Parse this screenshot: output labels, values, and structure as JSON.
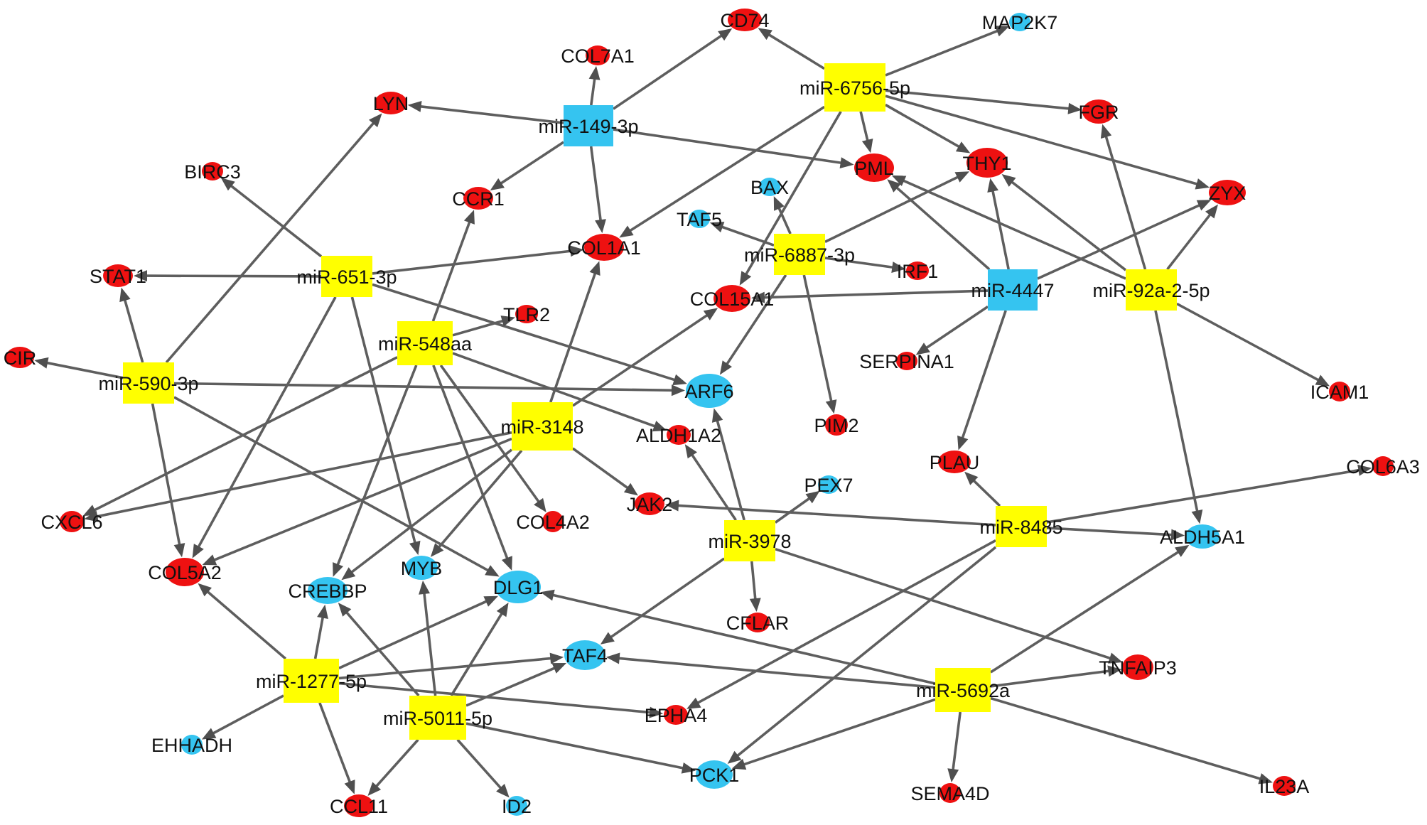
{
  "colors": {
    "edge": "#5E5E5E",
    "arrowhead": "#4F4F4F",
    "label": "#111111"
  },
  "nodes": [
    {
      "label": "miR-6756-5p",
      "shape": "square",
      "color": "#FFFF00"
    },
    {
      "label": "miR-149-3p",
      "shape": "square",
      "color": "#35C4F0"
    },
    {
      "label": "miR-651-3p",
      "shape": "square",
      "color": "#FFFF00"
    },
    {
      "label": "miR-6887-3p",
      "shape": "square",
      "color": "#FFFF00"
    },
    {
      "label": "miR-4447",
      "shape": "square",
      "color": "#35C4F0"
    },
    {
      "label": "miR-92a-2-5p",
      "shape": "square",
      "color": "#FFFF00"
    },
    {
      "label": "miR-548aa",
      "shape": "square",
      "color": "#FFFF00"
    },
    {
      "label": "miR-590-3p",
      "shape": "square",
      "color": "#FFFF00"
    },
    {
      "label": "miR-3148",
      "shape": "square",
      "color": "#FFFF00"
    },
    {
      "label": "miR-3978",
      "shape": "square",
      "color": "#FFFF00"
    },
    {
      "label": "miR-8485",
      "shape": "square",
      "color": "#FFFF00"
    },
    {
      "label": "miR-1277-5p",
      "shape": "square",
      "color": "#FFFF00"
    },
    {
      "label": "miR-5011-5p",
      "shape": "square",
      "color": "#FFFF00"
    },
    {
      "label": "miR-5692a",
      "shape": "square",
      "color": "#FFFF00"
    },
    {
      "label": "CD74",
      "shape": "ellipse",
      "color": "#EE1111"
    },
    {
      "label": "MAP2K7",
      "shape": "ellipse",
      "color": "#35C4F0"
    },
    {
      "label": "COL7A1",
      "shape": "ellipse",
      "color": "#EE1111"
    },
    {
      "label": "LYN",
      "shape": "ellipse",
      "color": "#EE1111"
    },
    {
      "label": "FGR",
      "shape": "ellipse",
      "color": "#EE1111"
    },
    {
      "label": "BIRC3",
      "shape": "ellipse",
      "color": "#EE1111"
    },
    {
      "label": "PML",
      "shape": "ellipse",
      "color": "#EE1111"
    },
    {
      "label": "THY1",
      "shape": "ellipse",
      "color": "#EE1111"
    },
    {
      "label": "ZYX",
      "shape": "ellipse",
      "color": "#EE1111"
    },
    {
      "label": "BAX",
      "shape": "ellipse",
      "color": "#35C4F0"
    },
    {
      "label": "CCR1",
      "shape": "ellipse",
      "color": "#EE1111"
    },
    {
      "label": "TAF5",
      "shape": "ellipse",
      "color": "#35C4F0"
    },
    {
      "label": "COL1A1",
      "shape": "ellipse",
      "color": "#EE1111"
    },
    {
      "label": "STAT1",
      "shape": "ellipse",
      "color": "#EE1111"
    },
    {
      "label": "IRF1",
      "shape": "ellipse",
      "color": "#EE1111"
    },
    {
      "label": "COL15A1",
      "shape": "ellipse",
      "color": "#EE1111"
    },
    {
      "label": "TLR2",
      "shape": "ellipse",
      "color": "#EE1111"
    },
    {
      "label": "SERPINA1",
      "shape": "ellipse",
      "color": "#EE1111"
    },
    {
      "label": "CIR",
      "shape": "ellipse",
      "color": "#EE1111"
    },
    {
      "label": "ARF6",
      "shape": "ellipse",
      "color": "#35C4F0"
    },
    {
      "label": "ICAM1",
      "shape": "ellipse",
      "color": "#EE1111"
    },
    {
      "label": "PIM2",
      "shape": "ellipse",
      "color": "#EE1111"
    },
    {
      "label": "ALDH1A2",
      "shape": "ellipse",
      "color": "#EE1111"
    },
    {
      "label": "PLAU",
      "shape": "ellipse",
      "color": "#EE1111"
    },
    {
      "label": "COL6A3",
      "shape": "ellipse",
      "color": "#EE1111"
    },
    {
      "label": "PEX7",
      "shape": "ellipse",
      "color": "#35C4F0"
    },
    {
      "label": "CXCL6",
      "shape": "ellipse",
      "color": "#EE1111"
    },
    {
      "label": "JAK2",
      "shape": "ellipse",
      "color": "#EE1111"
    },
    {
      "label": "COL4A2",
      "shape": "ellipse",
      "color": "#EE1111"
    },
    {
      "label": "ALDH5A1",
      "shape": "ellipse",
      "color": "#35C4F0"
    },
    {
      "label": "COL5A2",
      "shape": "ellipse",
      "color": "#EE1111"
    },
    {
      "label": "MYB",
      "shape": "ellipse",
      "color": "#35C4F0"
    },
    {
      "label": "CREBBP",
      "shape": "ellipse",
      "color": "#35C4F0"
    },
    {
      "label": "DLG1",
      "shape": "ellipse",
      "color": "#35C4F0"
    },
    {
      "label": "CFLAR",
      "shape": "ellipse",
      "color": "#EE1111"
    },
    {
      "label": "TAF4",
      "shape": "ellipse",
      "color": "#35C4F0"
    },
    {
      "label": "TNFAIP3",
      "shape": "ellipse",
      "color": "#EE1111"
    },
    {
      "label": "EPHA4",
      "shape": "ellipse",
      "color": "#EE1111"
    },
    {
      "label": "EHHADH",
      "shape": "ellipse",
      "color": "#35C4F0"
    },
    {
      "label": "PCK1",
      "shape": "ellipse",
      "color": "#35C4F0"
    },
    {
      "label": "SEMA4D",
      "shape": "ellipse",
      "color": "#EE1111"
    },
    {
      "label": "IL23A",
      "shape": "ellipse",
      "color": "#EE1111"
    },
    {
      "label": "CCL11",
      "shape": "ellipse",
      "color": "#EE1111"
    },
    {
      "label": "ID2",
      "shape": "ellipse",
      "color": "#35C4F0"
    }
  ],
  "edges": [
    [
      "miR-6756-5p",
      "CD74"
    ],
    [
      "miR-6756-5p",
      "MAP2K7"
    ],
    [
      "miR-6756-5p",
      "FGR"
    ],
    [
      "miR-6756-5p",
      "PML"
    ],
    [
      "miR-6756-5p",
      "THY1"
    ],
    [
      "miR-6756-5p",
      "ZYX"
    ],
    [
      "miR-6756-5p",
      "COL1A1"
    ],
    [
      "miR-6756-5p",
      "COL15A1"
    ],
    [
      "miR-149-3p",
      "COL7A1"
    ],
    [
      "miR-149-3p",
      "CD74"
    ],
    [
      "miR-149-3p",
      "LYN"
    ],
    [
      "miR-149-3p",
      "PML"
    ],
    [
      "miR-149-3p",
      "CCR1"
    ],
    [
      "miR-149-3p",
      "COL1A1"
    ],
    [
      "miR-651-3p",
      "BIRC3"
    ],
    [
      "miR-651-3p",
      "STAT1"
    ],
    [
      "miR-651-3p",
      "COL1A1"
    ],
    [
      "miR-651-3p",
      "ARF6"
    ],
    [
      "miR-651-3p",
      "MYB"
    ],
    [
      "miR-651-3p",
      "COL5A2"
    ],
    [
      "miR-6887-3p",
      "BAX"
    ],
    [
      "miR-6887-3p",
      "TAF5"
    ],
    [
      "miR-6887-3p",
      "IRF1"
    ],
    [
      "miR-6887-3p",
      "THY1"
    ],
    [
      "miR-6887-3p",
      "ARF6"
    ],
    [
      "miR-6887-3p",
      "PIM2"
    ],
    [
      "miR-4447",
      "PML"
    ],
    [
      "miR-4447",
      "THY1"
    ],
    [
      "miR-4447",
      "ZYX"
    ],
    [
      "miR-4447",
      "COL15A1"
    ],
    [
      "miR-4447",
      "SERPINA1"
    ],
    [
      "miR-4447",
      "PLAU"
    ],
    [
      "miR-92a-2-5p",
      "FGR"
    ],
    [
      "miR-92a-2-5p",
      "ZYX"
    ],
    [
      "miR-92a-2-5p",
      "THY1"
    ],
    [
      "miR-92a-2-5p",
      "PML"
    ],
    [
      "miR-92a-2-5p",
      "ICAM1"
    ],
    [
      "miR-92a-2-5p",
      "ALDH5A1"
    ],
    [
      "miR-548aa",
      "TLR2"
    ],
    [
      "miR-548aa",
      "CCR1"
    ],
    [
      "miR-548aa",
      "ALDH1A2"
    ],
    [
      "miR-548aa",
      "CXCL6"
    ],
    [
      "miR-548aa",
      "CREBBP"
    ],
    [
      "miR-548aa",
      "DLG1"
    ],
    [
      "miR-548aa",
      "COL4A2"
    ],
    [
      "miR-590-3p",
      "CIR"
    ],
    [
      "miR-590-3p",
      "STAT1"
    ],
    [
      "miR-590-3p",
      "LYN"
    ],
    [
      "miR-590-3p",
      "ARF6"
    ],
    [
      "miR-590-3p",
      "COL5A2"
    ],
    [
      "miR-590-3p",
      "DLG1"
    ],
    [
      "miR-3148",
      "COL1A1"
    ],
    [
      "miR-3148",
      "COL15A1"
    ],
    [
      "miR-3148",
      "JAK2"
    ],
    [
      "miR-3148",
      "CXCL6"
    ],
    [
      "miR-3148",
      "COL5A2"
    ],
    [
      "miR-3148",
      "CREBBP"
    ],
    [
      "miR-3148",
      "MYB"
    ],
    [
      "miR-3978",
      "ALDH1A2"
    ],
    [
      "miR-3978",
      "ARF6"
    ],
    [
      "miR-3978",
      "PEX7"
    ],
    [
      "miR-3978",
      "CFLAR"
    ],
    [
      "miR-3978",
      "TAF4"
    ],
    [
      "miR-3978",
      "TNFAIP3"
    ],
    [
      "miR-8485",
      "PLAU"
    ],
    [
      "miR-8485",
      "COL6A3"
    ],
    [
      "miR-8485",
      "JAK2"
    ],
    [
      "miR-8485",
      "ALDH5A1"
    ],
    [
      "miR-8485",
      "EPHA4"
    ],
    [
      "miR-8485",
      "PCK1"
    ],
    [
      "miR-1277-5p",
      "COL5A2"
    ],
    [
      "miR-1277-5p",
      "CREBBP"
    ],
    [
      "miR-1277-5p",
      "DLG1"
    ],
    [
      "miR-1277-5p",
      "TAF4"
    ],
    [
      "miR-1277-5p",
      "EPHA4"
    ],
    [
      "miR-1277-5p",
      "EHHADH"
    ],
    [
      "miR-1277-5p",
      "CCL11"
    ],
    [
      "miR-5011-5p",
      "CREBBP"
    ],
    [
      "miR-5011-5p",
      "MYB"
    ],
    [
      "miR-5011-5p",
      "DLG1"
    ],
    [
      "miR-5011-5p",
      "TAF4"
    ],
    [
      "miR-5011-5p",
      "CCL11"
    ],
    [
      "miR-5011-5p",
      "ID2"
    ],
    [
      "miR-5011-5p",
      "PCK1"
    ],
    [
      "miR-5692a",
      "DLG1"
    ],
    [
      "miR-5692a",
      "TAF4"
    ],
    [
      "miR-5692a",
      "TNFAIP3"
    ],
    [
      "miR-5692a",
      "ALDH5A1"
    ],
    [
      "miR-5692a",
      "PCK1"
    ],
    [
      "miR-5692a",
      "SEMA4D"
    ],
    [
      "miR-5692a",
      "IL23A"
    ]
  ]
}
